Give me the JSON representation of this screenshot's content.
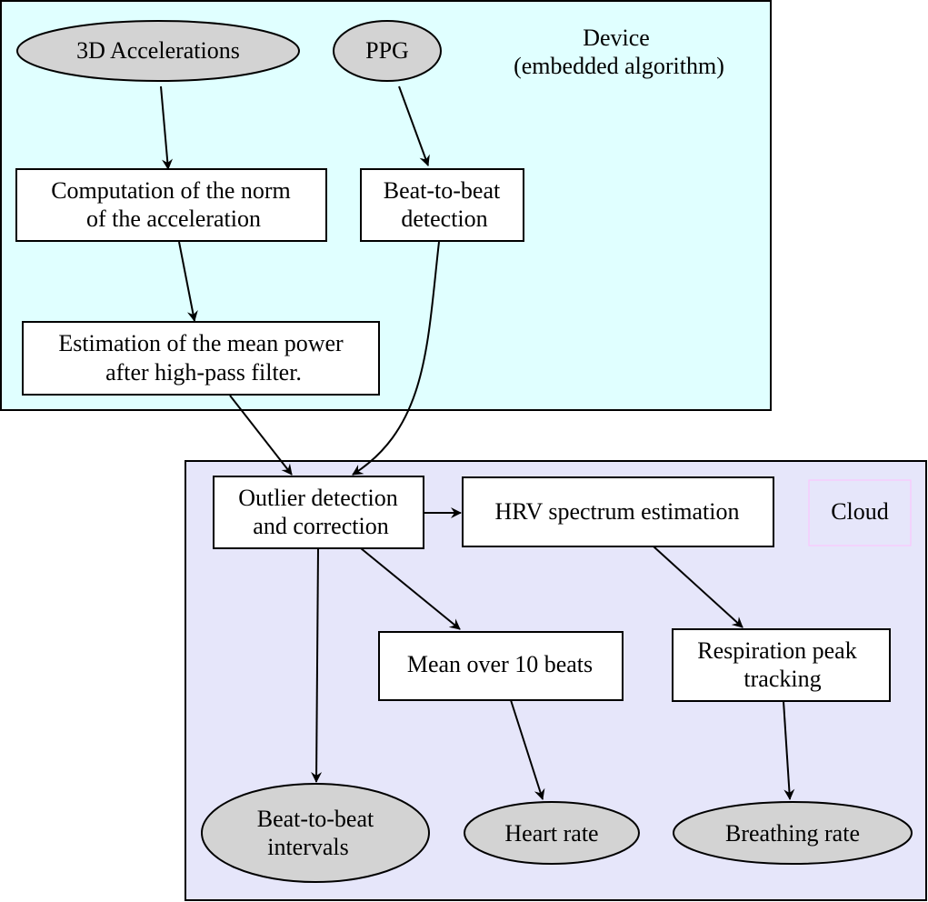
{
  "clusters": {
    "device": {
      "label_line1": "Device",
      "label_line2": "(embedded algorithm)",
      "fill": "#e0ffff"
    },
    "cloud": {
      "label": "Cloud",
      "fill": "#e6e6fa",
      "label_border": "#ffc0ff"
    }
  },
  "nodes": {
    "accel": {
      "shape": "ellipse",
      "lines": [
        "3D Accelerations"
      ]
    },
    "ppg": {
      "shape": "ellipse",
      "lines": [
        "PPG"
      ]
    },
    "norm": {
      "shape": "box",
      "lines": [
        "Computation of the norm",
        "of the acceleration"
      ]
    },
    "b2b_detect": {
      "shape": "box",
      "lines": [
        "Beat-to-beat",
        "detection"
      ]
    },
    "mean_power": {
      "shape": "box",
      "lines": [
        "Estimation of the mean power",
        "after high-pass filter."
      ]
    },
    "outlier": {
      "shape": "box",
      "lines": [
        "Outlier detection",
        "and correction"
      ]
    },
    "hrv": {
      "shape": "box",
      "lines": [
        "HRV spectrum estimation"
      ]
    },
    "mean10": {
      "shape": "box",
      "lines": [
        "Mean over 10 beats"
      ]
    },
    "resp_peak": {
      "shape": "box",
      "lines": [
        "Respiration peak",
        "tracking"
      ]
    },
    "b2b_intervals": {
      "shape": "ellipse",
      "lines": [
        "Beat-to-beat",
        "intervals"
      ]
    },
    "heart_rate": {
      "shape": "ellipse",
      "lines": [
        "Heart rate"
      ]
    },
    "breathing_rate": {
      "shape": "ellipse",
      "lines": [
        "Breathing rate"
      ]
    }
  },
  "edges": [
    {
      "from": "accel",
      "to": "norm"
    },
    {
      "from": "ppg",
      "to": "b2b_detect"
    },
    {
      "from": "norm",
      "to": "mean_power"
    },
    {
      "from": "mean_power",
      "to": "outlier"
    },
    {
      "from": "b2b_detect",
      "to": "outlier"
    },
    {
      "from": "outlier",
      "to": "hrv"
    },
    {
      "from": "outlier",
      "to": "mean10"
    },
    {
      "from": "outlier",
      "to": "b2b_intervals"
    },
    {
      "from": "hrv",
      "to": "resp_peak"
    },
    {
      "from": "mean10",
      "to": "heart_rate"
    },
    {
      "from": "resp_peak",
      "to": "breathing_rate"
    }
  ],
  "colors": {
    "ellipse_fill": "#d3d3d3",
    "box_fill": "#ffffff",
    "stroke": "#000000"
  }
}
